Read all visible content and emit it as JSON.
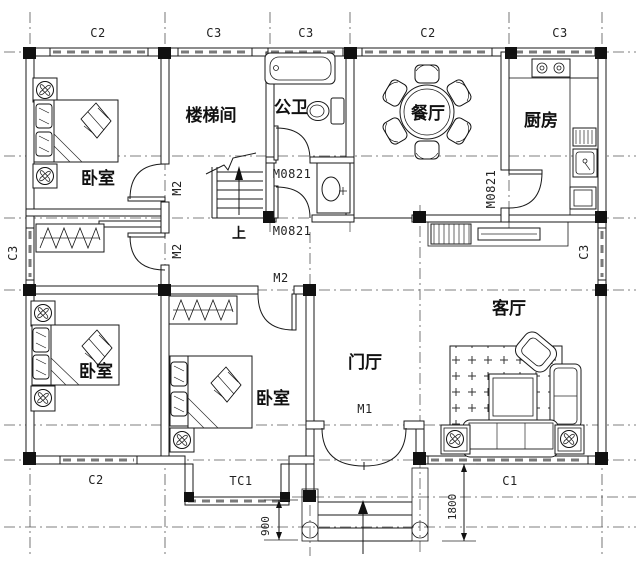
{
  "labels": {
    "rooms": {
      "bedroom": "卧室",
      "stairwell": "楼梯间",
      "bathroom": "公卫",
      "dining": "餐厅",
      "kitchen": "厨房",
      "living": "客厅",
      "foyer": "门厅"
    },
    "codes": {
      "c1": "C1",
      "c2": "C2",
      "c3": "C3",
      "tc1": "TC1",
      "m1": "M1",
      "m2": "M2",
      "m0821": "M0821"
    },
    "dimensions": {
      "bay_depth": "900",
      "entry_width": "1800"
    },
    "annotations": {
      "stair_up": "上"
    }
  }
}
